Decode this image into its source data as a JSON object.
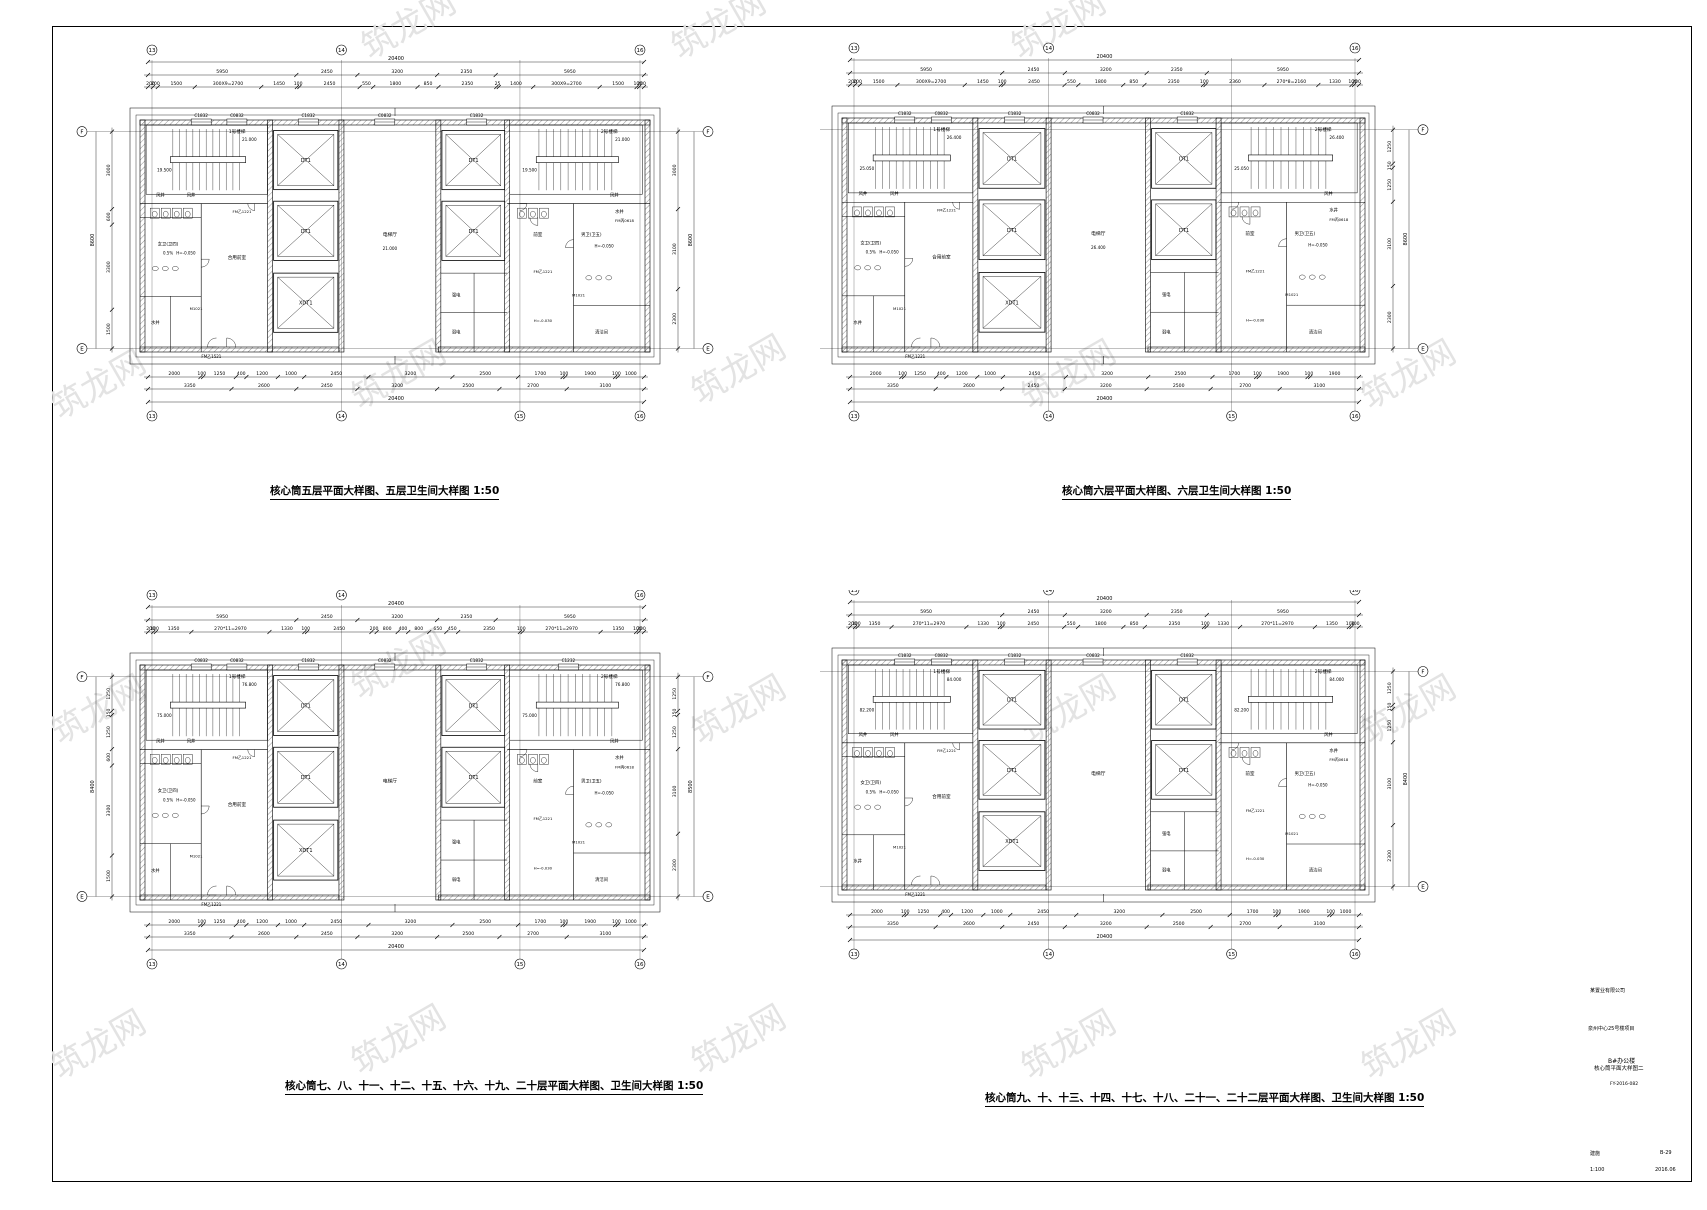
{
  "sheet": {
    "company": "某置业有限公司",
    "project": "泉州中心25号楼项目",
    "drawing_title": "B#办公楼",
    "drawing_subtitle": "核心筒平面大样图二",
    "drawing_no": "FY-2016-082",
    "sheet_label": "建施",
    "sheet_no": "B-29",
    "scale": "1:100",
    "date": "2016.06"
  },
  "watermark": "筑龙网",
  "plans": [
    {
      "caption": "核心筒五层平面大样图、五层卫生间大样图 1:50",
      "top_total": "20400",
      "top_row1": [
        "5950",
        "2450",
        "3200",
        "2350",
        "5950"
      ],
      "top_row2": [
        "200",
        "200",
        "1500",
        "300X9=2700",
        "1450",
        "100",
        "2450",
        "550",
        "1800",
        "850",
        "2350",
        "25",
        "1400",
        "300X9=2700",
        "1500",
        "100",
        "200"
      ],
      "bottom_row1": [
        "2000",
        "100",
        "1250",
        "400",
        "1200",
        "1000",
        "2450",
        "3200",
        "2500",
        "1700",
        "100",
        "1900",
        "100",
        "1000"
      ],
      "bottom_row2": [
        "3350",
        "2600",
        "2450",
        "3200",
        "2500",
        "2700",
        "3100"
      ],
      "bottom_total": "20400",
      "left_dims": [
        "3000",
        "600",
        "3300",
        "1500"
      ],
      "left_total": "8600",
      "right_dims": [
        "3000",
        "3100",
        "2300"
      ],
      "right_total": "8600",
      "top_axes": [
        "13",
        "14",
        "16"
      ],
      "bottom_axes": [
        "13",
        "14",
        "15",
        "16"
      ],
      "side_axes": [
        "F",
        "E"
      ],
      "stair1": "1号楼梯",
      "stair2": "2号楼梯",
      "elev1": "21.000",
      "elev2": "19.500",
      "lobby_elev": "21.000",
      "windows": [
        "C1832",
        "C0832",
        "C1832",
        "C0832",
        "C1832"
      ],
      "door_bottom": "FM乙1521"
    },
    {
      "caption": "核心筒六层平面大样图、六层卫生间大样图 1:50",
      "top_total": "20400",
      "top_row1": [
        "5950",
        "2450",
        "3200",
        "2350",
        "5950"
      ],
      "top_row2": [
        "200",
        "200",
        "1500",
        "300X9=2700",
        "1450",
        "100",
        "2450",
        "550",
        "1800",
        "850",
        "2350",
        "100",
        "2360",
        "270*8=2160",
        "1330",
        "100",
        "200"
      ],
      "bottom_row1": [
        "2000",
        "100",
        "1250",
        "400",
        "1200",
        "1000",
        "2450",
        "3200",
        "2500",
        "1700",
        "100",
        "1900",
        "100",
        "1900"
      ],
      "bottom_row2": [
        "3350",
        "2600",
        "2450",
        "3200",
        "2500",
        "2700",
        "3100"
      ],
      "bottom_total": "20400",
      "left_dims": [
        "1250",
        "150",
        "1250",
        "600",
        "3300",
        "1500"
      ],
      "left_total": "8600",
      "right_dims": [
        "1250",
        "150",
        "1250",
        "3100",
        "2300"
      ],
      "right_total": "8600",
      "top_axes": [
        "13",
        "14",
        "16"
      ],
      "bottom_axes": [
        "13",
        "14",
        "15",
        "16"
      ],
      "side_axes": [
        "F",
        "E"
      ],
      "stair1": "1号楼梯",
      "stair2": "2号楼梯",
      "elev1": "26.400",
      "elev2": "25.050",
      "lobby_elev": "26.400",
      "windows": [
        "C1832",
        "C0832",
        "C1832",
        "C0832",
        "C1832"
      ],
      "door_bottom": "FM乙1221"
    },
    {
      "caption": "核心筒七、八、十一、十二、十五、十六、十九、二十层平面大样图、卫生间大样图 1:50",
      "top_total": "20400",
      "top_row1": [
        "5950",
        "2450",
        "3200",
        "2350",
        "5950"
      ],
      "top_row2": [
        "200",
        "100",
        "1350",
        "270*11=2970",
        "1330",
        "100",
        "2450",
        "200",
        "800",
        "400",
        "800",
        "650",
        "450",
        "2350",
        "100",
        "270*11=2970",
        "1350",
        "100",
        "200"
      ],
      "bottom_row1": [
        "2000",
        "100",
        "1250",
        "400",
        "1200",
        "1000",
        "2450",
        "3200",
        "2500",
        "1700",
        "100",
        "1900",
        "100",
        "1000"
      ],
      "bottom_row2": [
        "3350",
        "2600",
        "2450",
        "3200",
        "2500",
        "2700",
        "3100"
      ],
      "bottom_total": "20400",
      "left_dims": [
        "1250",
        "150",
        "1250",
        "600",
        "3300",
        "1500"
      ],
      "left_total": "8400",
      "right_dims": [
        "1250",
        "150",
        "1250",
        "3100",
        "2300"
      ],
      "right_total": "8500",
      "top_axes": [
        "13",
        "14",
        "16"
      ],
      "bottom_axes": [
        "13",
        "14",
        "15",
        "16"
      ],
      "side_axes": [
        "F",
        "E"
      ],
      "stair1": "1号楼梯",
      "stair2": "2号楼梯",
      "elev1": "76.800",
      "elev2": "75.000",
      "lobby_elev": "",
      "windows": [
        "C0832",
        "C0832",
        "C1832",
        "C0832",
        "C1832",
        "C1232"
      ],
      "door_bottom": "FM乙1221"
    },
    {
      "caption": "核心筒九、十、十三、十四、十七、十八、二十一、二十二层平面大样图、卫生间大样图 1:50",
      "top_total": "20400",
      "top_row1": [
        "5950",
        "2450",
        "3200",
        "2350",
        "5950"
      ],
      "top_row2": [
        "200",
        "100",
        "1350",
        "270*11=2970",
        "1330",
        "100",
        "2450",
        "550",
        "1800",
        "850",
        "2350",
        "100",
        "1330",
        "270*11=2970",
        "1350",
        "100",
        "300"
      ],
      "bottom_row1": [
        "2000",
        "100",
        "1250",
        "400",
        "1200",
        "1000",
        "2450",
        "3200",
        "2500",
        "1700",
        "100",
        "1900",
        "100",
        "1000"
      ],
      "bottom_row2": [
        "3350",
        "2600",
        "2450",
        "3200",
        "2500",
        "2700",
        "3100"
      ],
      "bottom_total": "20400",
      "left_dims": [
        "1250",
        "150",
        "1250",
        "600",
        "3300",
        "1500"
      ],
      "left_total": "8400",
      "right_dims": [
        "1250",
        "150",
        "1250",
        "3100",
        "2300"
      ],
      "right_total": "8400",
      "top_axes": [
        "13",
        "14",
        "16"
      ],
      "bottom_axes": [
        "13",
        "14",
        "15",
        "16"
      ],
      "side_axes": [
        "F",
        "E"
      ],
      "stair1": "1号楼梯",
      "stair2": "2号楼梯",
      "elev1": "84.000",
      "elev2": "82.200",
      "lobby_elev": "",
      "windows": [
        "C1832",
        "C0832",
        "C1832",
        "C0832",
        "C1832"
      ],
      "door_bottom": "FM乙1221"
    }
  ],
  "room_labels": {
    "elevator": "DT1",
    "fire_elevator": "XDT1",
    "lobby": "电梯厅",
    "front_room": "合用前室",
    "front_room2": "前室",
    "wc_f": "女卫(卫四)",
    "wc_m": "男卫(卫五)",
    "shaft_air": "风井",
    "shaft_water": "水井",
    "shaft_elec": "强电",
    "shaft_weak": "弱电",
    "cleaning": "清洁间",
    "door_wc": "M1021",
    "door_fm": "FM乙1221",
    "door_shaft": "FM丙0618",
    "slope": "0.5%",
    "floor_h": "H=-0.050",
    "floor_h2": "H=-0.030"
  }
}
